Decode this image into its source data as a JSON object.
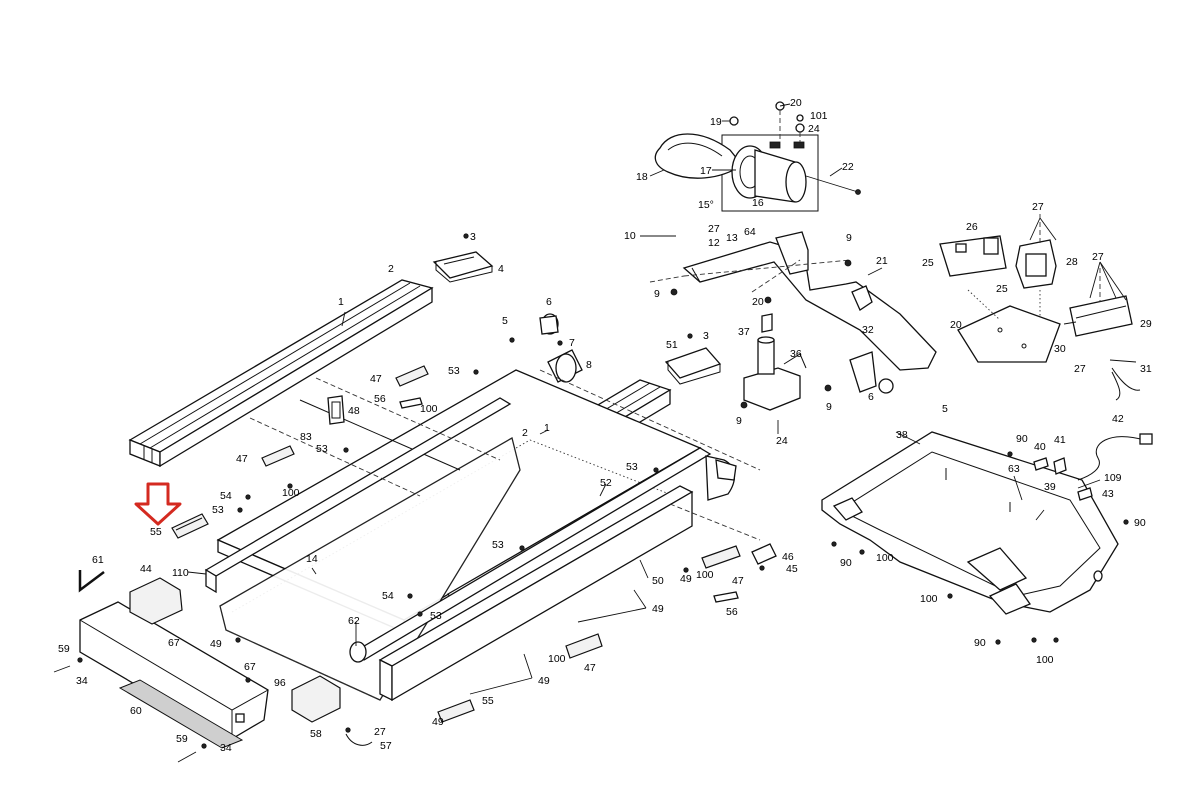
{
  "diagram": {
    "type": "exploded-parts-diagram",
    "highlight_color": "#d42a20",
    "highlighted_part": "55",
    "callouts": [
      {
        "id": "c-20a",
        "text": "20"
      },
      {
        "id": "c-101",
        "text": "101"
      },
      {
        "id": "c-24a",
        "text": "24"
      },
      {
        "id": "c-19",
        "text": "19"
      },
      {
        "id": "c-17",
        "text": "17"
      },
      {
        "id": "c-18",
        "text": "18"
      },
      {
        "id": "c-22",
        "text": "22"
      },
      {
        "id": "c-16",
        "text": "16"
      },
      {
        "id": "c-15",
        "text": "15°"
      },
      {
        "id": "c-10",
        "text": "10"
      },
      {
        "id": "c-27a",
        "text": "27"
      },
      {
        "id": "c-12",
        "text": "12"
      },
      {
        "id": "c-64",
        "text": "64"
      },
      {
        "id": "c-13",
        "text": "13"
      },
      {
        "id": "c-9a",
        "text": "9"
      },
      {
        "id": "c-21",
        "text": "21"
      },
      {
        "id": "c-9b",
        "text": "9"
      },
      {
        "id": "c-20b",
        "text": "20"
      },
      {
        "id": "c-3a",
        "text": "3"
      },
      {
        "id": "c-4",
        "text": "4"
      },
      {
        "id": "c-2a",
        "text": "2"
      },
      {
        "id": "c-1a",
        "text": "1"
      },
      {
        "id": "c-6a",
        "text": "6"
      },
      {
        "id": "c-5a",
        "text": "5"
      },
      {
        "id": "c-7",
        "text": "7"
      },
      {
        "id": "c-8",
        "text": "8"
      },
      {
        "id": "c-3b",
        "text": "3"
      },
      {
        "id": "c-51",
        "text": "51"
      },
      {
        "id": "c-37",
        "text": "37"
      },
      {
        "id": "c-36",
        "text": "36"
      },
      {
        "id": "c-32",
        "text": "32"
      },
      {
        "id": "c-6b",
        "text": "6"
      },
      {
        "id": "c-5b",
        "text": "5"
      },
      {
        "id": "c-9c",
        "text": "9"
      },
      {
        "id": "c-9d",
        "text": "9"
      },
      {
        "id": "c-24b",
        "text": "24"
      },
      {
        "id": "c-26",
        "text": "26"
      },
      {
        "id": "c-25a",
        "text": "25"
      },
      {
        "id": "c-25b",
        "text": "25"
      },
      {
        "id": "c-27b",
        "text": "27"
      },
      {
        "id": "c-28",
        "text": "28"
      },
      {
        "id": "c-27c",
        "text": "27"
      },
      {
        "id": "c-29",
        "text": "29"
      },
      {
        "id": "c-20c",
        "text": "20"
      },
      {
        "id": "c-30",
        "text": "30"
      },
      {
        "id": "c-27d",
        "text": "27"
      },
      {
        "id": "c-31",
        "text": "31"
      },
      {
        "id": "c-47a",
        "text": "47"
      },
      {
        "id": "c-53a",
        "text": "53"
      },
      {
        "id": "c-56a",
        "text": "56"
      },
      {
        "id": "c-100a",
        "text": "100"
      },
      {
        "id": "c-48",
        "text": "48"
      },
      {
        "id": "c-83",
        "text": "83"
      },
      {
        "id": "c-53b",
        "text": "53"
      },
      {
        "id": "c-47b",
        "text": "47"
      },
      {
        "id": "c-100b",
        "text": "100"
      },
      {
        "id": "c-2b",
        "text": "2"
      },
      {
        "id": "c-1b",
        "text": "1"
      },
      {
        "id": "c-53c",
        "text": "53"
      },
      {
        "id": "c-52",
        "text": "52"
      },
      {
        "id": "c-54a",
        "text": "54"
      },
      {
        "id": "c-53d",
        "text": "53"
      },
      {
        "id": "c-55a",
        "text": "55"
      },
      {
        "id": "c-14",
        "text": "14"
      },
      {
        "id": "c-110",
        "text": "110"
      },
      {
        "id": "c-61",
        "text": "61"
      },
      {
        "id": "c-44",
        "text": "44"
      },
      {
        "id": "c-67a",
        "text": "67"
      },
      {
        "id": "c-53e",
        "text": "53"
      },
      {
        "id": "c-50",
        "text": "50"
      },
      {
        "id": "c-49a",
        "text": "49"
      },
      {
        "id": "c-100c",
        "text": "100"
      },
      {
        "id": "c-47c",
        "text": "47"
      },
      {
        "id": "c-46",
        "text": "46"
      },
      {
        "id": "c-45",
        "text": "45"
      },
      {
        "id": "c-56b",
        "text": "56"
      },
      {
        "id": "c-49b",
        "text": "49"
      },
      {
        "id": "c-54b",
        "text": "54"
      },
      {
        "id": "c-53f",
        "text": "53"
      },
      {
        "id": "c-49c",
        "text": "49"
      },
      {
        "id": "c-62",
        "text": "62"
      },
      {
        "id": "c-59a",
        "text": "59"
      },
      {
        "id": "c-34a",
        "text": "34"
      },
      {
        "id": "c-67b",
        "text": "67"
      },
      {
        "id": "c-60",
        "text": "60"
      },
      {
        "id": "c-96",
        "text": "96"
      },
      {
        "id": "c-100d",
        "text": "100"
      },
      {
        "id": "c-47d",
        "text": "47"
      },
      {
        "id": "c-49d",
        "text": "49"
      },
      {
        "id": "c-55b",
        "text": "55"
      },
      {
        "id": "c-49e",
        "text": "49"
      },
      {
        "id": "c-58",
        "text": "58"
      },
      {
        "id": "c-27e",
        "text": "27"
      },
      {
        "id": "c-57",
        "text": "57"
      },
      {
        "id": "c-59b",
        "text": "59"
      },
      {
        "id": "c-34b",
        "text": "34"
      },
      {
        "id": "c-38",
        "text": "38"
      },
      {
        "id": "c-90a",
        "text": "90"
      },
      {
        "id": "c-40",
        "text": "40"
      },
      {
        "id": "c-41",
        "text": "41"
      },
      {
        "id": "c-42",
        "text": "42"
      },
      {
        "id": "c-63",
        "text": "63"
      },
      {
        "id": "c-39",
        "text": "39"
      },
      {
        "id": "c-109",
        "text": "109"
      },
      {
        "id": "c-43",
        "text": "43"
      },
      {
        "id": "c-90b",
        "text": "90"
      },
      {
        "id": "c-90c",
        "text": "90"
      },
      {
        "id": "c-100e",
        "text": "100"
      },
      {
        "id": "c-100f",
        "text": "100"
      },
      {
        "id": "c-90d",
        "text": "90"
      },
      {
        "id": "c-100g",
        "text": "100"
      }
    ]
  }
}
